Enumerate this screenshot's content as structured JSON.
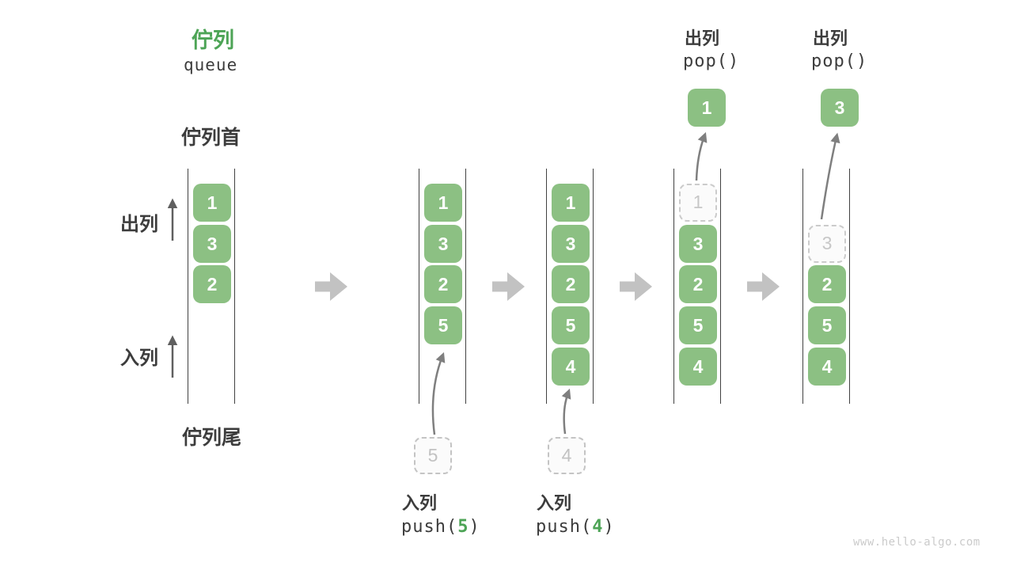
{
  "title": {
    "zh": "佇列",
    "en": "queue"
  },
  "labels": {
    "front": "佇列首",
    "rear": "佇列尾",
    "dequeue": "出列",
    "enqueue": "入列"
  },
  "queues": [
    {
      "name": "state-initial",
      "cells": [
        {
          "value": "1",
          "state": "filled"
        },
        {
          "value": "3",
          "state": "filled"
        },
        {
          "value": "2",
          "state": "filled"
        }
      ]
    },
    {
      "name": "state-after-push-5",
      "cells": [
        {
          "value": "1",
          "state": "filled"
        },
        {
          "value": "3",
          "state": "filled"
        },
        {
          "value": "2",
          "state": "filled"
        },
        {
          "value": "5",
          "state": "filled"
        }
      ]
    },
    {
      "name": "state-after-push-4",
      "cells": [
        {
          "value": "1",
          "state": "filled"
        },
        {
          "value": "3",
          "state": "filled"
        },
        {
          "value": "2",
          "state": "filled"
        },
        {
          "value": "5",
          "state": "filled"
        },
        {
          "value": "4",
          "state": "filled"
        }
      ]
    },
    {
      "name": "state-after-pop-1",
      "cells": [
        {
          "value": "1",
          "state": "ghost"
        },
        {
          "value": "3",
          "state": "filled"
        },
        {
          "value": "2",
          "state": "filled"
        },
        {
          "value": "5",
          "state": "filled"
        },
        {
          "value": "4",
          "state": "filled"
        }
      ]
    },
    {
      "name": "state-after-pop-3",
      "cells": [
        {
          "value": "3",
          "state": "ghost"
        },
        {
          "value": "2",
          "state": "filled"
        },
        {
          "value": "5",
          "state": "filled"
        },
        {
          "value": "4",
          "state": "filled"
        }
      ]
    }
  ],
  "push_ops": [
    {
      "label": "入列",
      "call_open": "push(",
      "arg": "5",
      "call_close": ")",
      "staged_value": "5"
    },
    {
      "label": "入列",
      "call_open": "push(",
      "arg": "4",
      "call_close": ")",
      "staged_value": "4"
    }
  ],
  "pop_ops": [
    {
      "label": "出列",
      "call": "pop()",
      "popped_value": "1"
    },
    {
      "label": "出列",
      "call": "pop()",
      "popped_value": "3"
    }
  ],
  "watermark": "www.hello-algo.com",
  "icons": {
    "step_arrow": "right-block-arrow",
    "flow_arrow": "curved-up-arrow",
    "direction_arrow": "up-arrow"
  },
  "colors": {
    "box_green": "#8CC083",
    "accent_green": "#4DA456",
    "text": "#3C3C3C",
    "line": "#414141",
    "block_arrow": "#C2C2C2",
    "curve_arrow": "#7F7F7F",
    "dashed_border": "#C8C8C8"
  }
}
